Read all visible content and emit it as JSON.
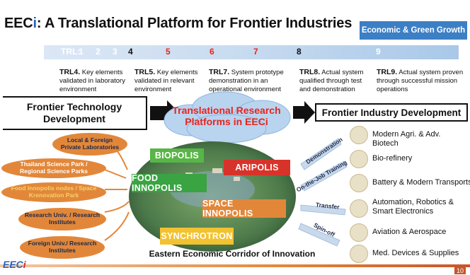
{
  "title": {
    "prefix": "EEC",
    "highlight": "i",
    "rest": ": A Translational Platform for Frontier Industries"
  },
  "badge": "Economic & Green Growth",
  "trl": {
    "label": "TRL:",
    "levels": [
      {
        "n": "1",
        "color": "#ffffff"
      },
      {
        "n": "2",
        "color": "#ffffff"
      },
      {
        "n": "3",
        "color": "#ffffff"
      },
      {
        "n": "4",
        "color": "#111111"
      },
      {
        "n": "5",
        "color": "#e8231c"
      },
      {
        "n": "6",
        "color": "#e8231c"
      },
      {
        "n": "7",
        "color": "#e8231c"
      },
      {
        "n": "8",
        "color": "#111111"
      },
      {
        "n": "9",
        "color": "#ffffff"
      }
    ],
    "descriptions": [
      {
        "code": "TRL4.",
        "text": " Key elements validated in laboratory environment"
      },
      {
        "code": "TRL5.",
        "text": " Key elements validated in relevant environment"
      },
      {
        "code": "TRL7.",
        "text": " System prototype demonstration in an operational environment"
      },
      {
        "code": "TRL8.",
        "text": " Actual system qualified through test and demonstration"
      },
      {
        "code": "TRL9.",
        "text": " Actual system proven through successful mission operations"
      }
    ]
  },
  "frontier_tech": "Frontier Technology Development",
  "platform_cloud": "Translational Research Platforms in EECi",
  "frontier_industry": "Frontier Industry Development",
  "sources": [
    {
      "label": "Local & Foreign Private Laboratories",
      "text_color": "#1b2a4a"
    },
    {
      "label": "Thailand Science Park / Regional Science Parks",
      "text_color": "#ffffff"
    },
    {
      "label": "Food Innopolis nodes / Space Krenovation Park",
      "text_color": "#f3d36a"
    },
    {
      "label": "Research Univ. / Research Institutes",
      "text_color": "#1b2a4a"
    },
    {
      "label": "Foreign Univ./ Research Institutes",
      "text_color": "#1b2a4a"
    }
  ],
  "map_labels": {
    "biopolis": "BIOPOLIS",
    "aripolis": "ARIPOLIS",
    "food_innopolis": "FOOD INNOPOLIS",
    "space_innopolis": "SPACE INNOPOLIS",
    "synchrotron": "SYNCHROTRON"
  },
  "map_caption": "Eastern Economic Corridor of Innovation",
  "channels": [
    "Demonstration",
    "On-the-Job Training",
    "Transfer",
    "Spin-off"
  ],
  "industries": [
    {
      "label": "Modern Agri. & Adv. Biotech",
      "icon": "agri-icon"
    },
    {
      "label": "Bio-refinery",
      "icon": "biorefinery-icon"
    },
    {
      "label": "Battery & Modern Transports",
      "icon": "battery-icon"
    },
    {
      "label": "Automation, Robotics & Smart Electronics",
      "icon": "robotics-icon"
    },
    {
      "label": "Aviation & Aerospace",
      "icon": "aviation-icon"
    },
    {
      "label": "Med. Devices & Supplies",
      "icon": "medical-icon"
    }
  ],
  "footer": {
    "logo_main": "EEC",
    "logo_accent": "i",
    "page": "10"
  },
  "colors": {
    "accent_blue": "#3c7fc4",
    "orange": "#e2873a",
    "red": "#e8231c"
  }
}
